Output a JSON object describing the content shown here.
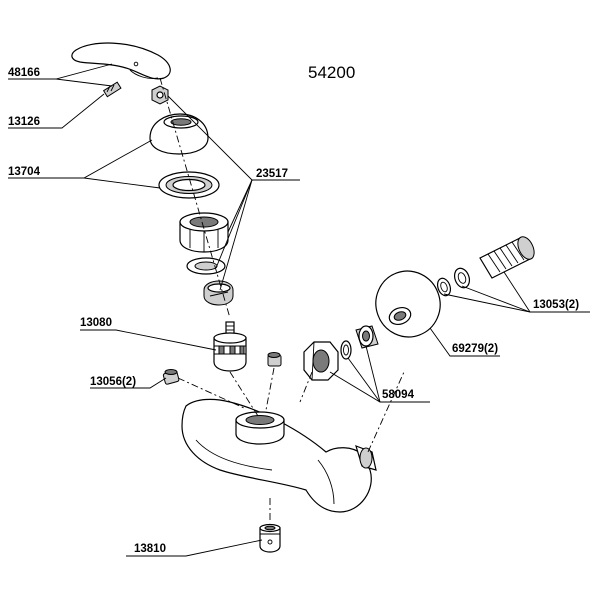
{
  "diagram": {
    "model_number": "54200",
    "parts": [
      {
        "id": "48166",
        "label": "48166"
      },
      {
        "id": "13126",
        "label": "13126"
      },
      {
        "id": "13704",
        "label": "13704"
      },
      {
        "id": "23517",
        "label": "23517"
      },
      {
        "id": "13080",
        "label": "13080"
      },
      {
        "id": "13056",
        "label": "13056(2)"
      },
      {
        "id": "58094",
        "label": "58094"
      },
      {
        "id": "69279",
        "label": "69279(2)"
      },
      {
        "id": "13053",
        "label": "13053(2)"
      },
      {
        "id": "13810",
        "label": "13810"
      }
    ]
  }
}
